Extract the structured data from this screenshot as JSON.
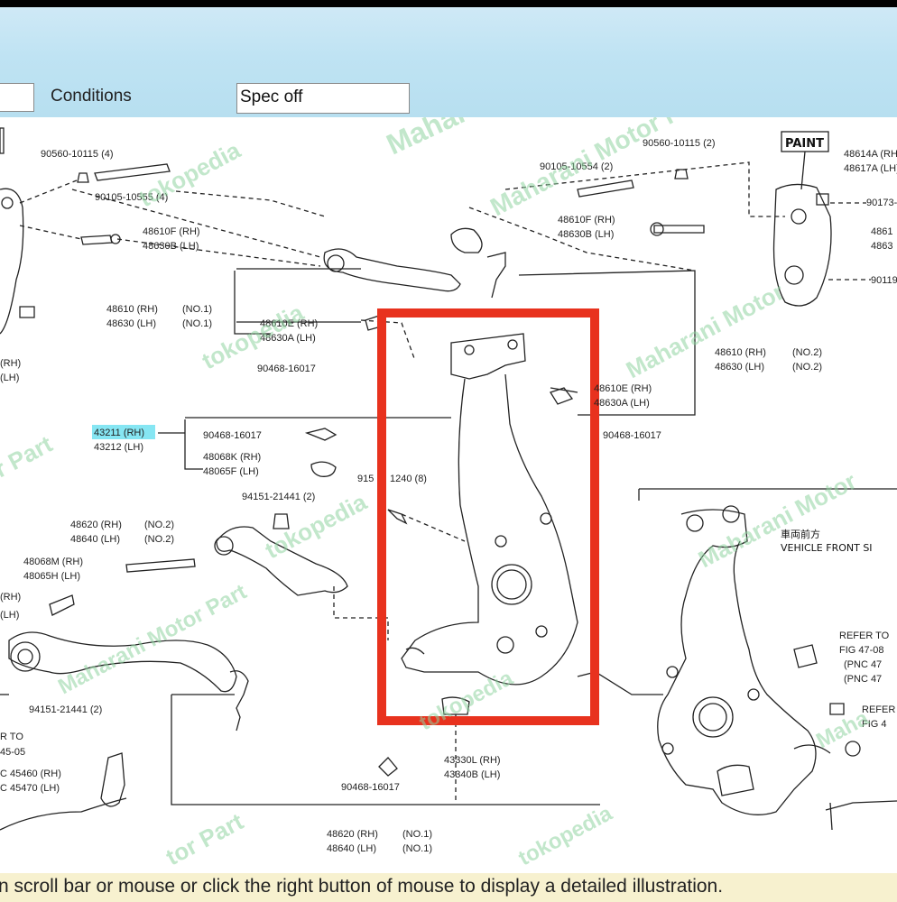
{
  "header": {
    "conditions_label": "Conditions",
    "spec_value": "Spec off"
  },
  "status_text": "n scroll bar or mouse or click the right button of mouse to display a detailed illustration.",
  "diagram": {
    "paint_label": "PAINT",
    "vehicle_front_jp": "車両前方",
    "vehicle_front_en": "VEHICLE FRONT SI",
    "labels": [
      {
        "id": "l1",
        "text": "90560-10115 (4)"
      },
      {
        "id": "l2",
        "text": "90105-10555 (4)"
      },
      {
        "id": "l3",
        "text": "48610F (RH)"
      },
      {
        "id": "l4",
        "text": "48630B (LH)"
      },
      {
        "id": "l5",
        "text": "48610 (RH)"
      },
      {
        "id": "l6",
        "text": "48630 (LH)"
      },
      {
        "id": "l7",
        "text": "(NO.1)"
      },
      {
        "id": "l8",
        "text": "(NO.1)"
      },
      {
        "id": "l9",
        "text": "48610E (RH)"
      },
      {
        "id": "l10",
        "text": "48630A (LH)"
      },
      {
        "id": "l11",
        "text": "90468-16017"
      },
      {
        "id": "l12",
        "text": "43211 (RH)",
        "highlight": true
      },
      {
        "id": "l13",
        "text": "43212 (LH)"
      },
      {
        "id": "l14",
        "text": "90468-16017"
      },
      {
        "id": "l15",
        "text": "48068K (RH)"
      },
      {
        "id": "l16",
        "text": "48065F (LH)"
      },
      {
        "id": "l17",
        "text": "94151-21441 (2)"
      },
      {
        "id": "l18",
        "text": "48620 (RH)"
      },
      {
        "id": "l19",
        "text": "48640 (LH)"
      },
      {
        "id": "l20",
        "text": "(NO.2)"
      },
      {
        "id": "l21",
        "text": "(NO.2)"
      },
      {
        "id": "l22",
        "text": "48068M (RH)"
      },
      {
        "id": "l23",
        "text": "48065H (LH)"
      },
      {
        "id": "l24",
        "text": "94151-21441 (2)"
      },
      {
        "id": "l25",
        "text": "C 45460 (RH)"
      },
      {
        "id": "l26",
        "text": "C 45470 (LH)"
      },
      {
        "id": "l27",
        "text": "90560-10115 (2)"
      },
      {
        "id": "l28",
        "text": "90105-10554 (2)"
      },
      {
        "id": "l29",
        "text": "48610F (RH)"
      },
      {
        "id": "l30",
        "text": "48630B (LH)"
      },
      {
        "id": "l31",
        "text": "48614A (RH)"
      },
      {
        "id": "l32",
        "text": "48617A (LH)"
      },
      {
        "id": "l33",
        "text": "90173-"
      },
      {
        "id": "l34",
        "text": "4861"
      },
      {
        "id": "l35",
        "text": "4863"
      },
      {
        "id": "l36",
        "text": "90119"
      },
      {
        "id": "l37",
        "text": "48610 (RH)"
      },
      {
        "id": "l38",
        "text": "48630 (LH)"
      },
      {
        "id": "l39",
        "text": "(NO.2)"
      },
      {
        "id": "l40",
        "text": "(NO.2)"
      },
      {
        "id": "l41",
        "text": "48610E (RH)"
      },
      {
        "id": "l42",
        "text": "48630A (LH)"
      },
      {
        "id": "l43",
        "text": "90468-16017"
      },
      {
        "id": "l44",
        "text": "915"
      },
      {
        "id": "l45",
        "text": "1240 (8)"
      },
      {
        "id": "l46",
        "text": "43330L (RH)"
      },
      {
        "id": "l47",
        "text": "43340B (LH)"
      },
      {
        "id": "l48",
        "text": "90468-16017"
      },
      {
        "id": "l49",
        "text": "48620 (RH)"
      },
      {
        "id": "l50",
        "text": "48640 (LH)"
      },
      {
        "id": "l51",
        "text": "(NO.1)"
      },
      {
        "id": "l52",
        "text": "(NO.1)"
      },
      {
        "id": "l53",
        "text": "REFER TO"
      },
      {
        "id": "l54",
        "text": "FIG 47-08"
      },
      {
        "id": "l55",
        "text": "(PNC 47"
      },
      {
        "id": "l56",
        "text": "(PNC 47"
      },
      {
        "id": "l57",
        "text": "REFER"
      },
      {
        "id": "l58",
        "text": "FIG 4"
      },
      {
        "id": "l59",
        "text": "(RH)"
      },
      {
        "id": "l60",
        "text": "(LH)"
      },
      {
        "id": "l61",
        "text": "(RH)"
      },
      {
        "id": "l62",
        "text": "(LH)"
      },
      {
        "id": "l63",
        "text": "R TO"
      },
      {
        "id": "l64",
        "text": "45-05"
      }
    ],
    "watermarks": [
      {
        "id": "w1",
        "text": "Mahar"
      },
      {
        "id": "w2",
        "text": "tokopedia"
      },
      {
        "id": "w3",
        "text": "Maharani Motor Part"
      },
      {
        "id": "w4",
        "text": "tokopedia"
      },
      {
        "id": "w5",
        "text": "Maharani Motor"
      },
      {
        "id": "w6",
        "text": "r Part"
      },
      {
        "id": "w7",
        "text": "tokopedia"
      },
      {
        "id": "w8",
        "text": "Maharani Motor"
      },
      {
        "id": "w9",
        "text": "Maharani Motor Part"
      },
      {
        "id": "w10",
        "text": "tokopedia"
      },
      {
        "id": "w11",
        "text": "Maha"
      },
      {
        "id": "w12",
        "text": "tor Part"
      },
      {
        "id": "w13",
        "text": "tokopedia"
      }
    ]
  }
}
